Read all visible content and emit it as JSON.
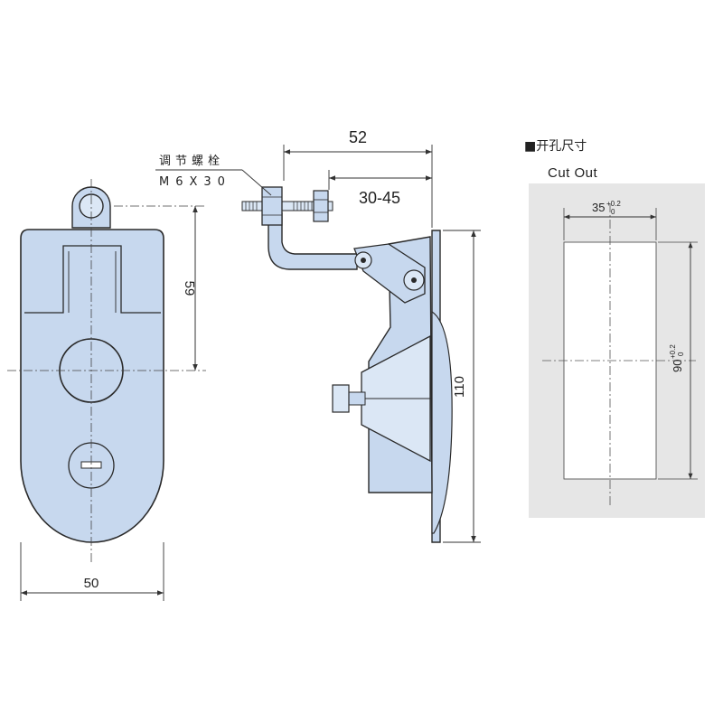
{
  "colors": {
    "part_fill": "#c7d8ee",
    "part_fill_light": "#dbe7f5",
    "outline": "#2a2a2a",
    "dim_line": "#333333",
    "cutout_panel": "#e6e6e6",
    "cutout_hole": "#ffffff"
  },
  "labels": {
    "bolt_note_line1": "调节螺栓",
    "bolt_note_line2": "M6X30",
    "cutout_title": "■开孔尺寸",
    "cutout_subtitle": "Cut Out"
  },
  "dimensions": {
    "front_height_59": "59",
    "front_width_50": "50",
    "side_depth_52": "52",
    "side_adjust_30_45": "30-45",
    "side_height_110": "110",
    "cutout_width_base": "35",
    "cutout_width_tol_upper": "+0.2",
    "cutout_width_tol_lower": "0",
    "cutout_height_base": "90",
    "cutout_height_tol_upper": "+0.2",
    "cutout_height_tol_lower": "0"
  }
}
